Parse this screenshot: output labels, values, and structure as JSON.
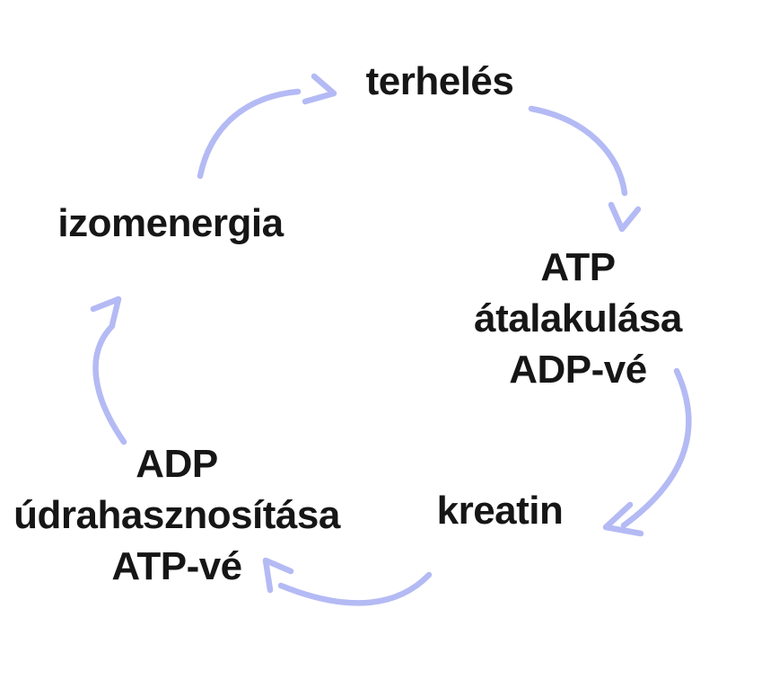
{
  "diagram": {
    "type": "cycle",
    "language": "hu",
    "background": "#ffffff",
    "arrow_color": "#b4baf4",
    "text_color": "#161616",
    "nodes": [
      {
        "id": "terheles",
        "label": "terhelés"
      },
      {
        "id": "atp-atalakulasa",
        "label": "ATP átalakulása\nADP-vé"
      },
      {
        "id": "kreatin",
        "label": "kreatin"
      },
      {
        "id": "adp-ujrahasznositasa",
        "label": "ADP\núdrahasznosítása\nATP-vé"
      },
      {
        "id": "izomenergia",
        "label": "izomenergia"
      }
    ],
    "edges": [
      {
        "from": "izomenergia",
        "to": "terheles"
      },
      {
        "from": "terheles",
        "to": "atp-atalakulasa"
      },
      {
        "from": "atp-atalakulasa",
        "to": "kreatin"
      },
      {
        "from": "kreatin",
        "to": "adp-ujrahasznositasa"
      },
      {
        "from": "adp-ujrahasznositasa",
        "to": "izomenergia"
      }
    ]
  }
}
